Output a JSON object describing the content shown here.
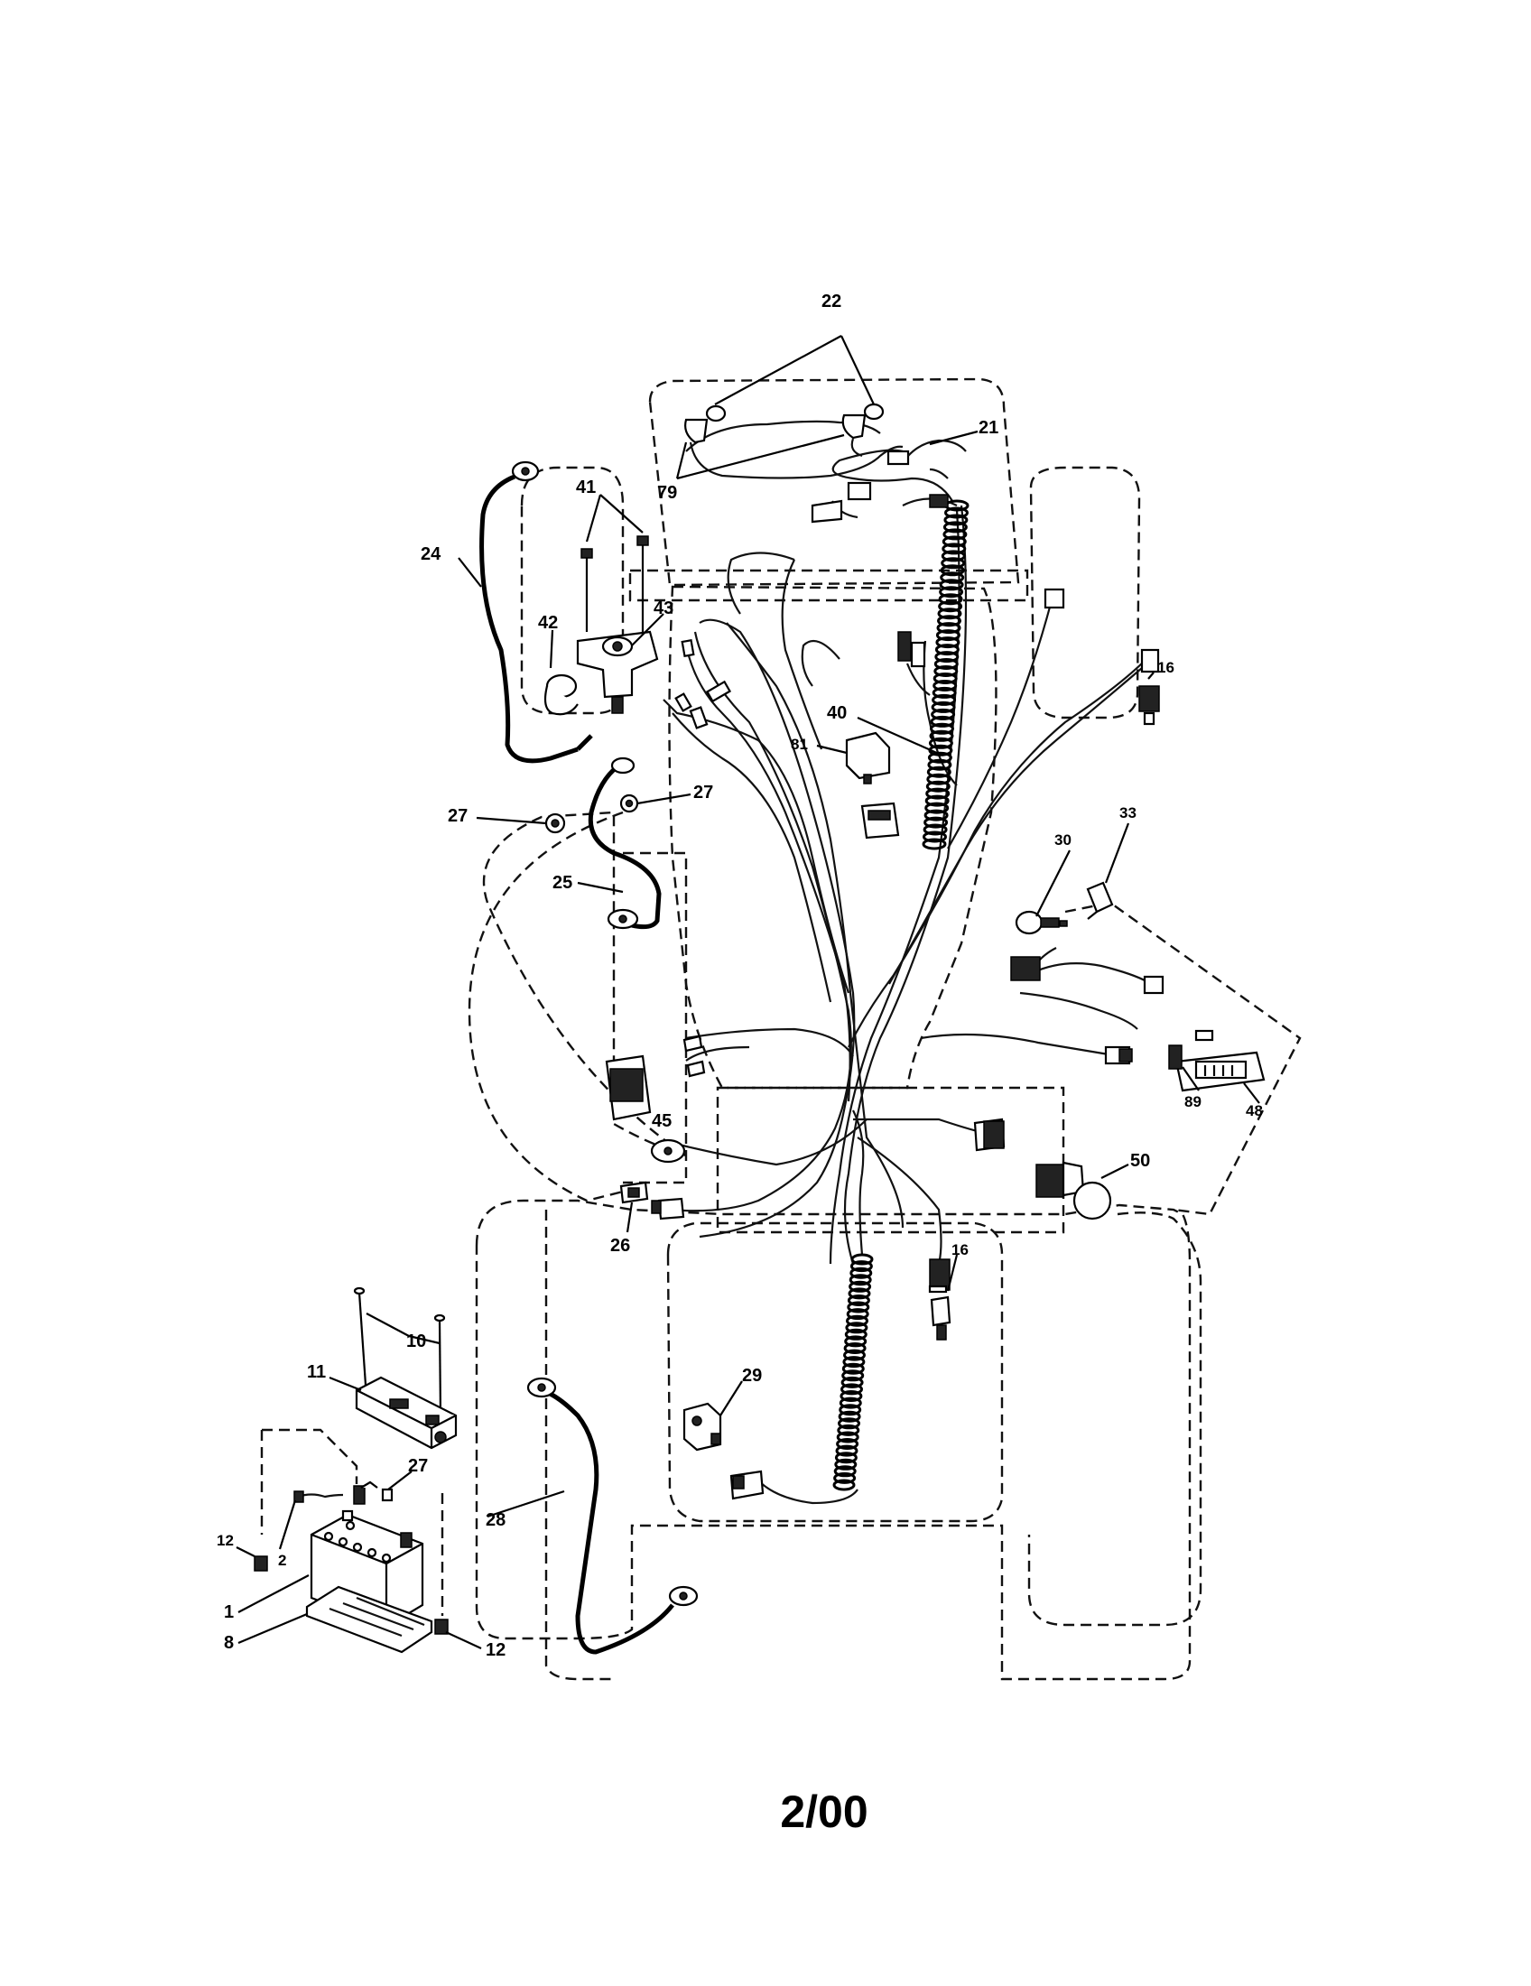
{
  "diagram": {
    "callouts": {
      "c22": "22",
      "c21": "21",
      "c79": "79",
      "c41": "41",
      "c24": "24",
      "c43": "43",
      "c42": "42",
      "c16a": "16",
      "c40": "40",
      "c81": "81",
      "c27a": "27",
      "c27b": "27",
      "c33": "33",
      "c30": "30",
      "c25": "25",
      "c45": "45",
      "c89": "89",
      "c48": "48",
      "c50": "50",
      "c26": "26",
      "c16b": "16",
      "c10": "10",
      "c11": "11",
      "c29": "29",
      "c27c": "27",
      "c28": "28",
      "c12a": "12",
      "c2": "2",
      "c1": "1",
      "c8": "8",
      "c12b": "12"
    },
    "footer": "2/00"
  }
}
